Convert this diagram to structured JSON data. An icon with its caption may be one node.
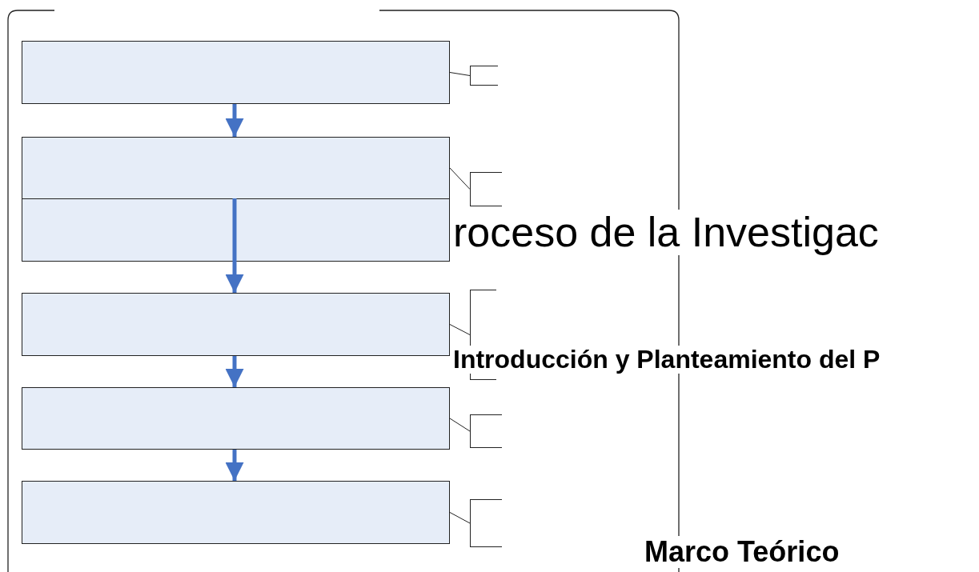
{
  "diagram": {
    "nodes": [
      {
        "text": [],
        "shape": "box"
      },
      {
        "text": [],
        "shape": "box"
      },
      {
        "text": [],
        "shape": "box"
      },
      {
        "text": [],
        "shape": "box"
      },
      {
        "text": [],
        "shape": "box"
      },
      {
        "text": [],
        "shape": "box"
      },
      {
        "text": [],
        "shape": "bracket"
      },
      {
        "text": [],
        "shape": "bracket"
      },
      {
        "text": [],
        "shape": "bracket"
      },
      {
        "text": [],
        "shape": "bracket"
      },
      {
        "text": [],
        "shape": "bracket"
      }
    ],
    "edges": [
      {
        "from": 0,
        "to": 1,
        "arrow": "to",
        "style": "thick",
        "color": "#4472c4"
      },
      {
        "from": 2,
        "to": 3,
        "arrow": "to",
        "style": "thick",
        "color": "#4472c4"
      },
      {
        "from": 3,
        "to": 4,
        "arrow": "to",
        "style": "thick",
        "color": "#4472c4"
      },
      {
        "from": 4,
        "to": 5,
        "arrow": "to",
        "style": "thick",
        "color": "#4472c4"
      },
      {
        "from": 0,
        "to": 6,
        "arrow": "none"
      },
      {
        "from": 1,
        "to": 7,
        "arrow": "none"
      },
      {
        "from": 3,
        "to": 8,
        "arrow": "none"
      },
      {
        "from": 4,
        "to": 9,
        "arrow": "none"
      },
      {
        "from": 5,
        "to": 10,
        "arrow": "none"
      }
    ],
    "labels": [
      "roceso de la Investigac",
      "Introducción y Planteamiento del P",
      "Marco Teórico"
    ]
  }
}
